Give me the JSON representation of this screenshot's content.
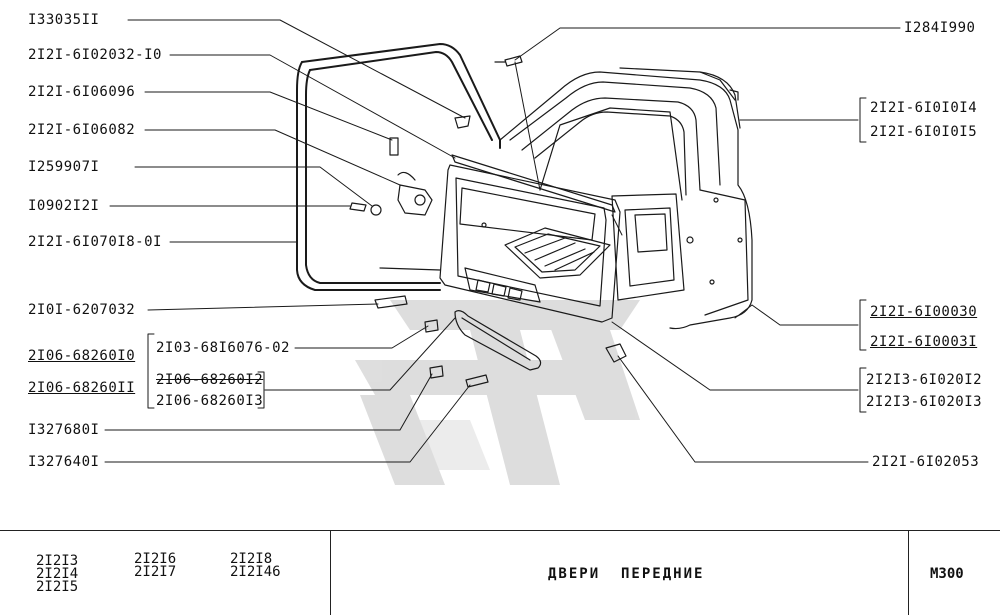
{
  "callouts_left": [
    {
      "id": "l1",
      "text": "I33035II"
    },
    {
      "id": "l2",
      "text": "2I2I-6I02032-I0"
    },
    {
      "id": "l3",
      "text": "2I2I-6I06096"
    },
    {
      "id": "l4",
      "text": "2I2I-6I06082"
    },
    {
      "id": "l5",
      "text": "I259907I"
    },
    {
      "id": "l6",
      "text": "I0902I2I"
    },
    {
      "id": "l7",
      "text": "2I2I-6I070I8-0I"
    },
    {
      "id": "l8",
      "text": "2I0I-6207032"
    },
    {
      "id": "l9",
      "text": "2I06-68260I0"
    },
    {
      "id": "l10",
      "text": "2I06-68260II"
    },
    {
      "id": "l11",
      "text": "2I03-68I6076-02"
    },
    {
      "id": "l12",
      "text": "2I06-68260I2"
    },
    {
      "id": "l13",
      "text": "2I06-68260I3"
    },
    {
      "id": "l14",
      "text": "I327680I"
    },
    {
      "id": "l15",
      "text": "I327640I"
    }
  ],
  "callouts_right": [
    {
      "id": "r1",
      "text": "I284I990"
    },
    {
      "id": "r2",
      "text": "2I2I-6I0I0I4"
    },
    {
      "id": "r3",
      "text": "2I2I-6I0I0I5"
    },
    {
      "id": "r4",
      "text": "2I2I-6I00030"
    },
    {
      "id": "r5",
      "text": "2I2I-6I0003I"
    },
    {
      "id": "r6",
      "text": "2I2I3-6I020I2"
    },
    {
      "id": "r7",
      "text": "2I2I3-6I020I3"
    },
    {
      "id": "r8",
      "text": "2I2I-6I02053"
    }
  ],
  "footer": {
    "models_col1": [
      "2I2I3",
      "2I2I4",
      "2I2I5"
    ],
    "models_col2": [
      "2I2I6",
      "2I2I7"
    ],
    "models_col3": [
      "2I2I8",
      "2I2I46"
    ],
    "title": "ДВЕРИ  ПЕРЕДНИЕ",
    "sheet_code": "M300"
  },
  "colors": {
    "ink": "#111111",
    "watermark": "#d6d6d6"
  }
}
